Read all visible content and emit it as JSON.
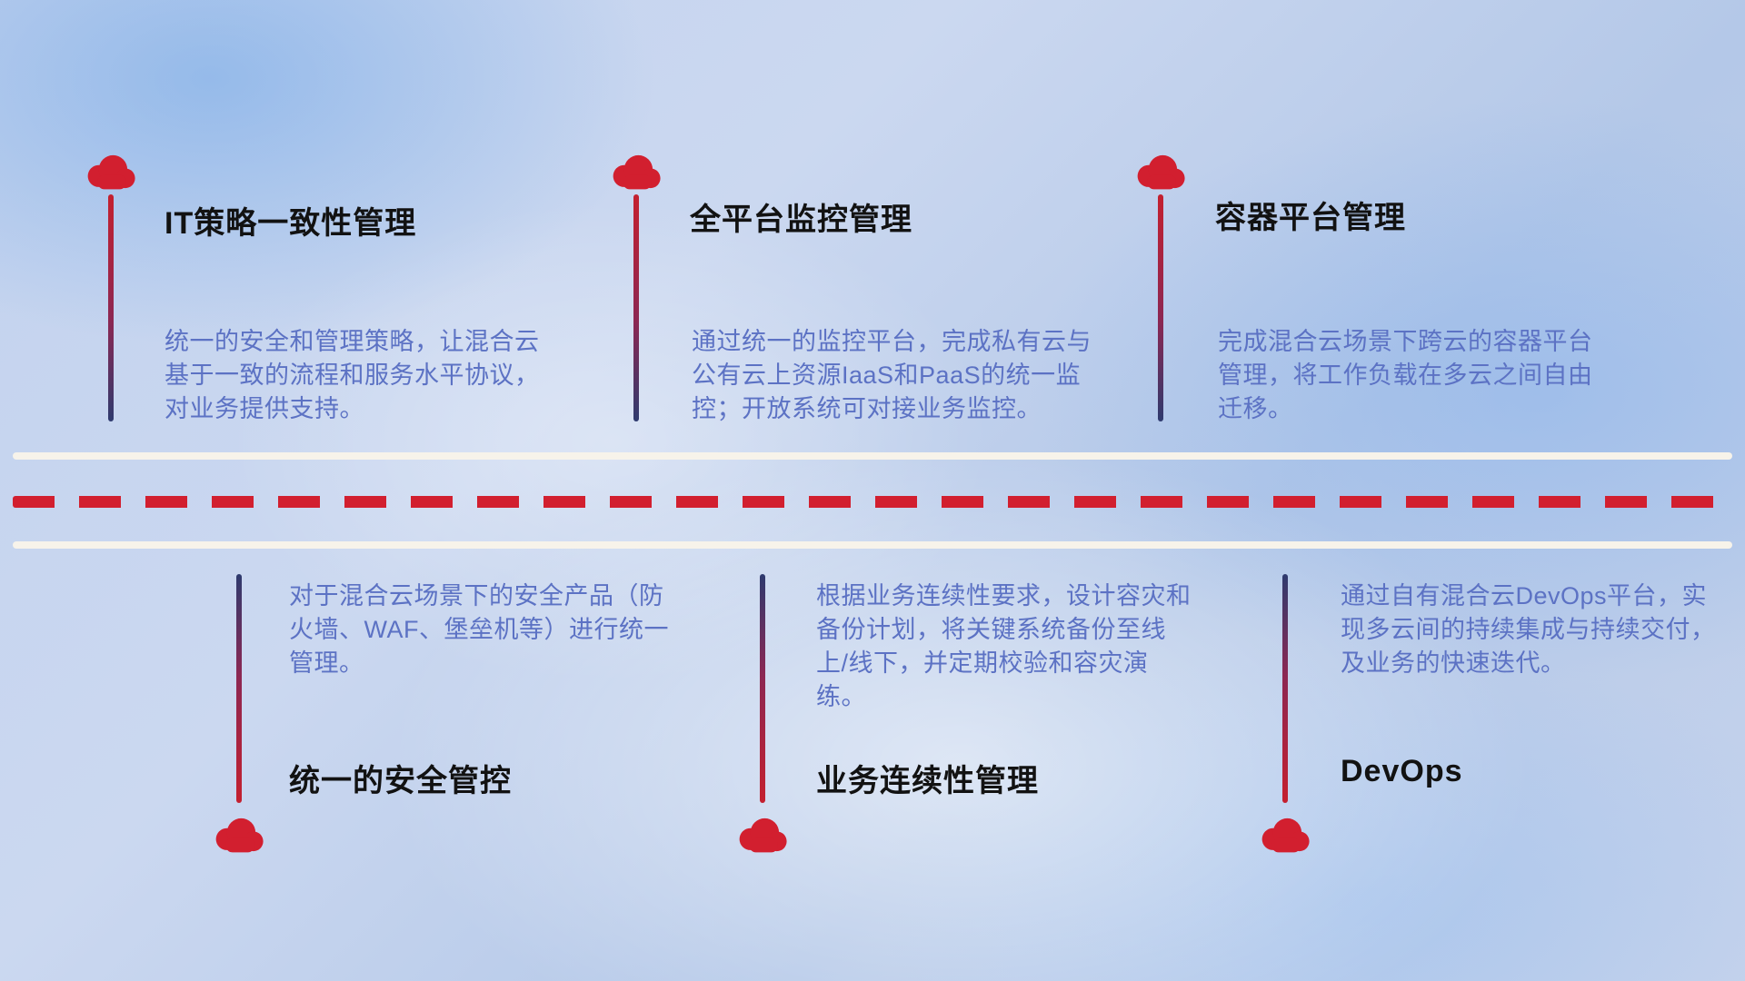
{
  "colors": {
    "accent_red": "#d21f2f",
    "pin_dark_blue": "#2e3a6e",
    "road_white": "#f7f3ea",
    "title_text": "#121212",
    "desc_text": "#5c72c4"
  },
  "items_top": [
    {
      "title": "IT策略一致性管理",
      "desc": "统一的安全和管理策略，让混合云基于一致的流程和服务水平协议，对业务提供支持。"
    },
    {
      "title": "全平台监控管理",
      "desc": "通过统一的监控平台，完成私有云与公有云上资源IaaS和PaaS的统一监控；开放系统可对接业务监控。"
    },
    {
      "title": "容器平台管理",
      "desc": "完成混合云场景下跨云的容器平台管理，将工作负载在多云之间自由迁移。"
    }
  ],
  "items_bottom": [
    {
      "title": "统一的安全管控",
      "desc": "对于混合云场景下的安全产品（防火墙、WAF、堡垒机等）进行统一管理。"
    },
    {
      "title": "业务连续性管理",
      "desc": "根据业务连续性要求，设计容灾和备份计划，将关键系统备份至线上/线下，并定期校验和容灾演练。"
    },
    {
      "title": "DevOps",
      "desc": "通过自有混合云DevOps平台，实现多云间的持续集成与持续交付，及业务的快速迭代。"
    }
  ]
}
